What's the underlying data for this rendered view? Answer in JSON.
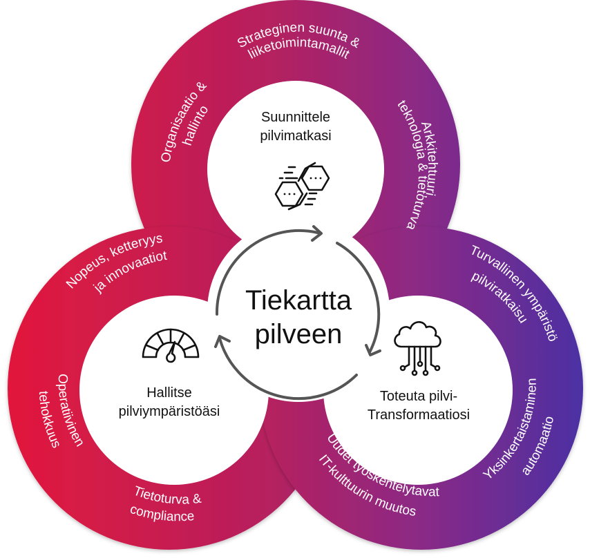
{
  "title": "Tiekartta pilveen",
  "center": {
    "line1": "Tiekartta",
    "line2": "pilveen"
  },
  "colors": {
    "red": "#e0183e",
    "magenta": "#b0226a",
    "purple": "#8a2a8a",
    "indigo": "#4a2fa0",
    "arrow": "#555555",
    "text_dark": "#111111",
    "text_light": "#ffffff"
  },
  "phases": [
    {
      "id": "plan",
      "label_line1": "Suunnittele",
      "label_line2": "pilvimatkasi",
      "icon": "hexagon-nodes-icon",
      "ring_items": [
        {
          "line1": "Strateginen suunta &",
          "line2": "liiketoimintamallit"
        },
        {
          "line1": "Organisaatio &",
          "line2": "hallinto"
        },
        {
          "line1": "Arkkitehtuuri,",
          "line2": "teknologia & tietoturva"
        }
      ]
    },
    {
      "id": "manage",
      "label_line1": "Hallitse",
      "label_line2": "pilviympäristöäsi",
      "icon": "speedometer-icon",
      "ring_items": [
        {
          "line1": "Nopeus, ketteryys",
          "line2": "ja innovaatiot"
        },
        {
          "line1": "Operatiivinen",
          "line2": "tehokkuus"
        },
        {
          "line1": "Tietoturva &",
          "line2": "compliance"
        }
      ]
    },
    {
      "id": "implement",
      "label_line1": "Toteuta pilvi-",
      "label_line2": "Transformaatiosi",
      "icon": "cloud-network-icon",
      "ring_items": [
        {
          "line1": "Turvallinen ympäristö",
          "line2": "pilviratkaisu"
        },
        {
          "line1": "Yksinkertaistaminen",
          "line2": "automaatio"
        },
        {
          "line1": "Uudet työskentelytavat",
          "line2": "IT-kulttuurin muutos"
        }
      ]
    }
  ]
}
